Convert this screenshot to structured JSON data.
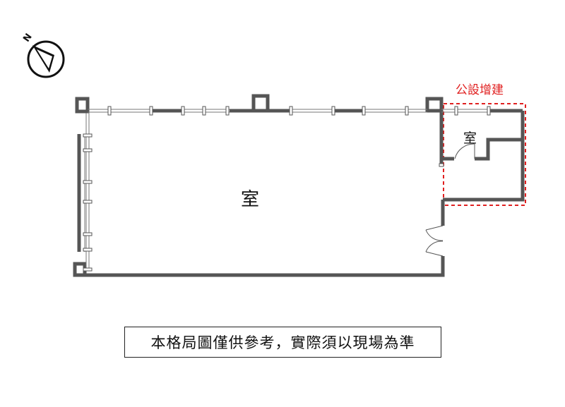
{
  "compass": {
    "north_letter": "N",
    "icon": "north-arrow-icon"
  },
  "annex": {
    "label": "公設增建",
    "color": "#e02020"
  },
  "rooms": {
    "main_room": "室",
    "small_room": "室"
  },
  "disclaimer": {
    "text": "本格局圖僅供參考，實際須以現場為準"
  },
  "colors": {
    "wall": "#555555",
    "annex_outline": "#e02020",
    "window": "#777777"
  }
}
